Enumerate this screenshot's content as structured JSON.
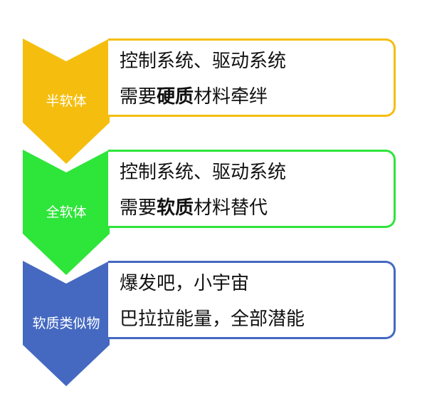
{
  "colors": {
    "yellow": "#F5BE0F",
    "green": "#2EE53A",
    "blue": "#4569C1",
    "text": "#111111"
  },
  "stages": [
    {
      "label": "半软体",
      "line1": "控制系统、驱动系统",
      "line2_prefix": "需要",
      "line2_bold": "硬质",
      "line2_suffix": "材料牵绊"
    },
    {
      "label": "全软体",
      "line1": "控制系统、驱动系统",
      "line2_prefix": "需要",
      "line2_bold": "软质",
      "line2_suffix": "材料替代"
    },
    {
      "label": "软质类似物",
      "line1": "爆发吧，小宇宙",
      "line2_prefix": "巴拉拉能量，全部潜能",
      "line2_bold": "",
      "line2_suffix": ""
    }
  ]
}
